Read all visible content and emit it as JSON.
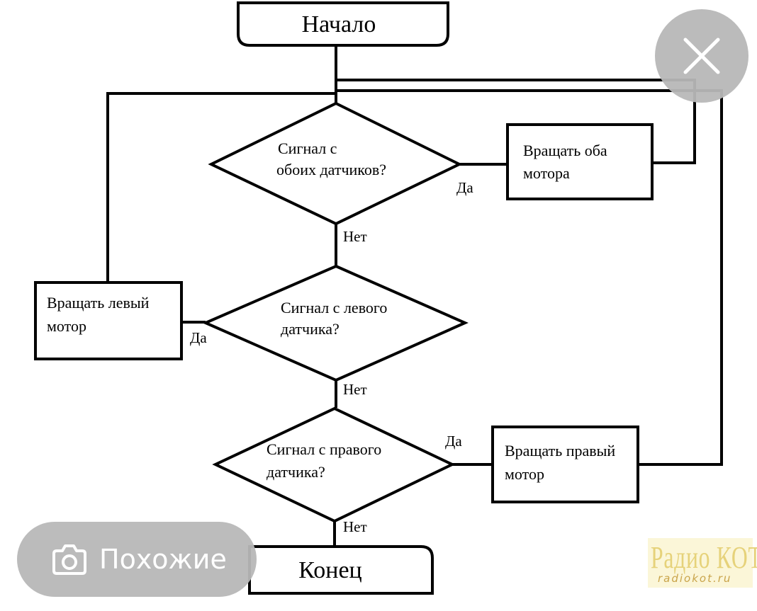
{
  "flowchart": {
    "start": "Начало",
    "end": "Конец",
    "decision_both": [
      "Сигнал с",
      "обоих датчиков?"
    ],
    "decision_left": [
      "Сигнал с левого",
      "датчика?"
    ],
    "decision_right": [
      "Сигнал с правого",
      "датчика?"
    ],
    "action_both": [
      "Вращать оба",
      "мотора"
    ],
    "action_left": [
      "Вращать левый",
      "мотор"
    ],
    "action_right": [
      "Вращать правый",
      "мотор"
    ],
    "yes_label": "Да",
    "no_label": "Нет"
  },
  "overlay": {
    "close_icon": "close-icon",
    "similar_icon": "camera-search-icon",
    "similar_label": "Похожие"
  },
  "watermark": {
    "title": "Радио КОТ",
    "site": "radiokot.ru"
  },
  "colors": {
    "line": "#000000",
    "overlay_button": "#b8b8b8",
    "overlay_text": "#ffffff",
    "watermark_bg": "#fbf6d8",
    "watermark_text": "#e6d27a"
  }
}
